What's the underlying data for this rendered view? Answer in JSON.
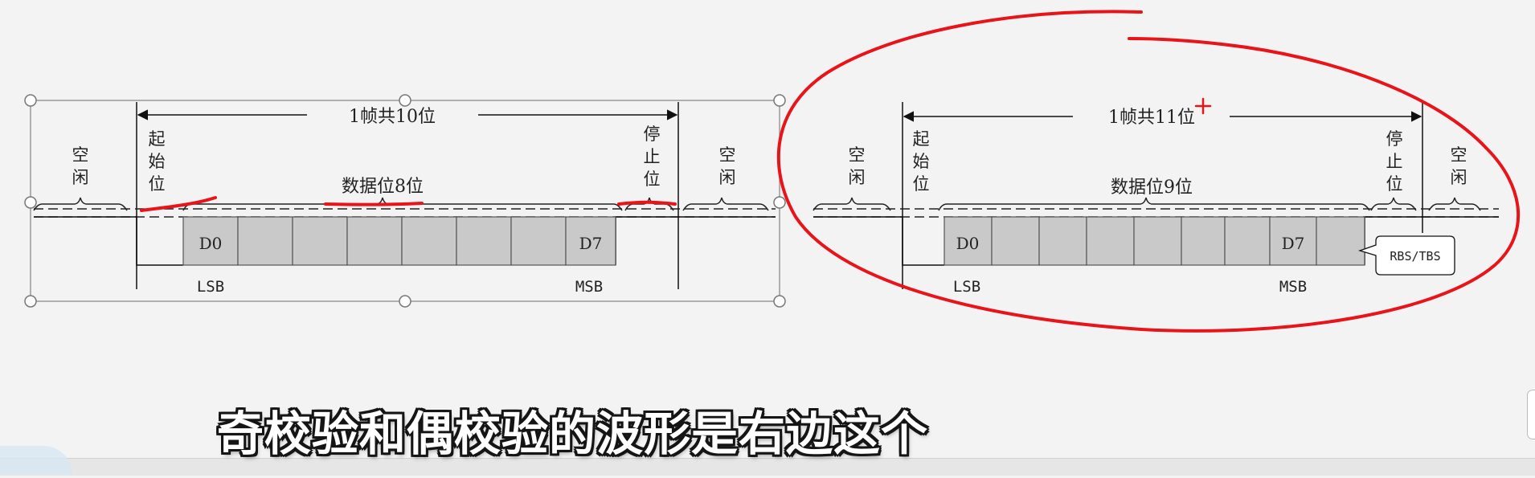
{
  "left_diagram": {
    "frame_label": "1帧共10位",
    "idle_left": [
      "空",
      "闲"
    ],
    "start_bit": [
      "起",
      "始",
      "位"
    ],
    "data_bits_label": "数据位8位",
    "stop_bit": [
      "停",
      "止",
      "位"
    ],
    "idle_right": [
      "空",
      "闲"
    ],
    "first_bit": "D0",
    "last_bit": "D7",
    "lsb": "LSB",
    "msb": "MSB"
  },
  "right_diagram": {
    "frame_label": "1帧共11位",
    "idle_left": [
      "空",
      "闲"
    ],
    "start_bit": [
      "起",
      "始",
      "位"
    ],
    "data_bits_label": "数据位9位",
    "stop_bit": [
      "停",
      "止",
      "位"
    ],
    "idle_right": [
      "空",
      "闲"
    ],
    "first_bit": "D0",
    "last_bit": "D7",
    "callout": "RBS/TBS",
    "lsb": "LSB",
    "msb": "MSB"
  },
  "subtitle": "奇校验和偶校验的波形是右边这个",
  "colors": {
    "annotation": "#e8141a",
    "bit_cell": "#c9c9c9",
    "line": "#111111"
  }
}
